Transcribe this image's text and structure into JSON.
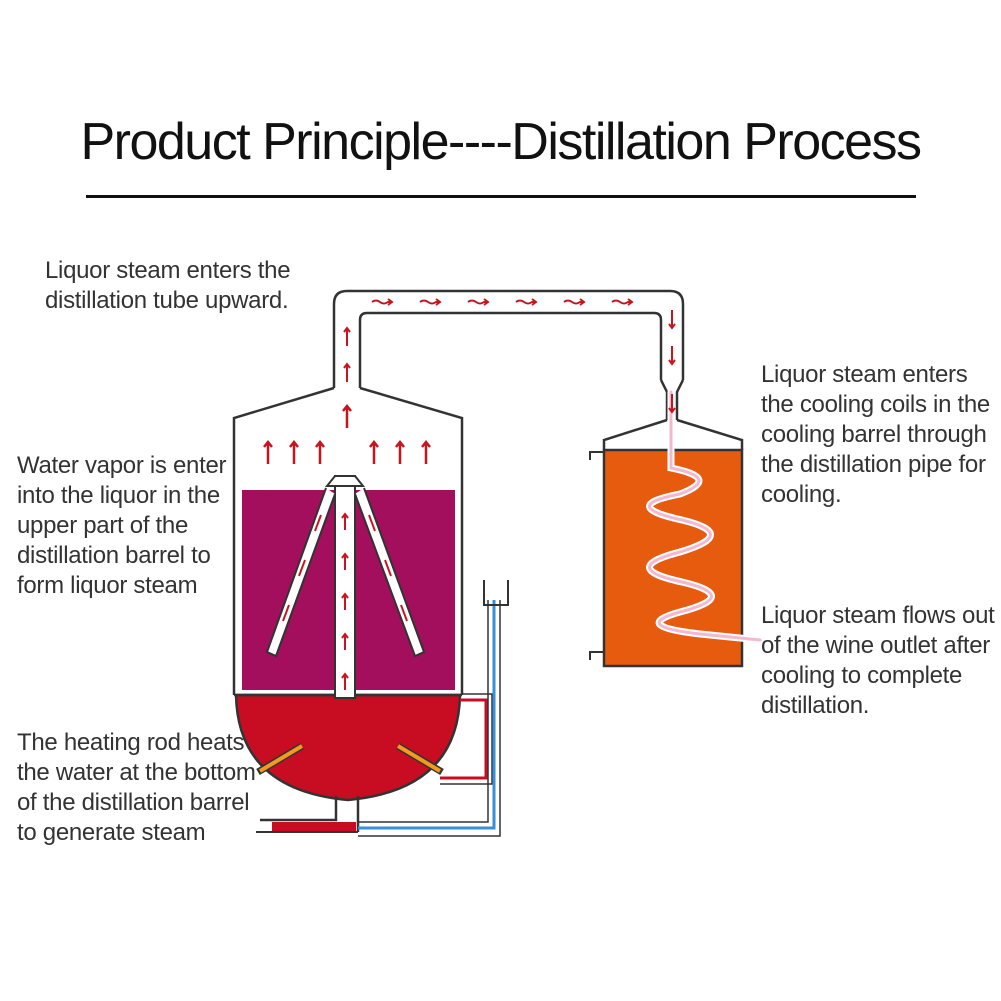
{
  "title": "Product Principle----Distillation Process",
  "labels": {
    "steam_up": [
      "Liquor steam enters the",
      "distillation tube upward."
    ],
    "water_vapor": [
      "Water vapor is enter",
      "into the liquor in the",
      "upper part of the",
      "distillation barrel to",
      "form liquor steam"
    ],
    "heating_rod": [
      "The heating rod heats",
      "the water at the bottom",
      "of the distillation barrel",
      "to generate steam"
    ],
    "cooling_coils": [
      "Liquor steam enters",
      "the cooling coils in the",
      "cooling barrel through",
      "the distillation pipe for",
      "cooling."
    ],
    "steam_out": [
      "Liquor steam flows out",
      "of the wine outlet after",
      "cooling to complete",
      "distillation."
    ]
  },
  "colors": {
    "liquor": "#a30f5c",
    "water": "#c80d22",
    "cooling_water": "#e75b0e",
    "steam_arrow": "#c8141e",
    "coil": "#f3b8d0",
    "inlet_pipe": "#3a8fd8",
    "outline": "#333333"
  }
}
